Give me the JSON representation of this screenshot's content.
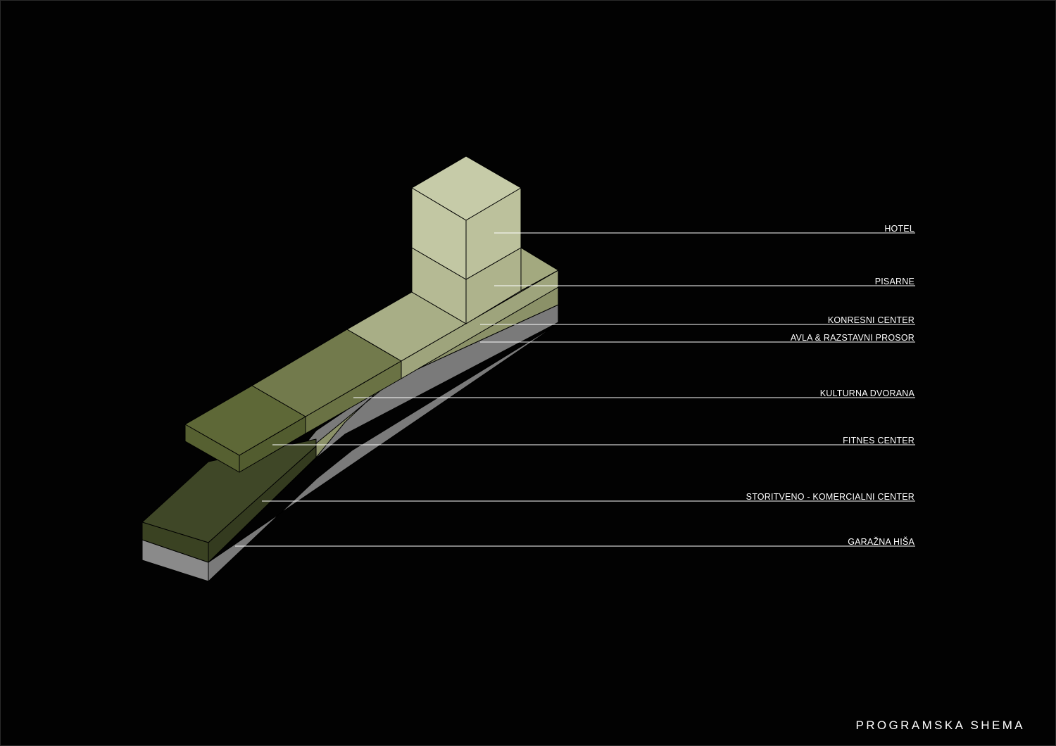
{
  "colors": {
    "background": "#020202",
    "label_text": "#ffffff",
    "leader_line": "#ffffff",
    "hotel": "#c6cba8",
    "pisarne": "#b5ba94",
    "kongresni": "#a8ae86",
    "avla": "#8b9168",
    "kulturna": "#727a4c",
    "fitnes": "#5e6837",
    "storitveno": "#3f4727",
    "garaza": "#8a8a8a"
  },
  "labels": [
    {
      "id": "hotel",
      "text": "HOTEL"
    },
    {
      "id": "pisarne",
      "text": "PISARNE"
    },
    {
      "id": "kongresni",
      "text": "KONRESNI CENTER"
    },
    {
      "id": "avla",
      "text": "AVLA & RAZSTAVNI PROSOR"
    },
    {
      "id": "kulturna",
      "text": "KULTURNA DVORANA"
    },
    {
      "id": "fitnes",
      "text": "FITNES CENTER"
    },
    {
      "id": "storitveno",
      "text": "STORITVENO - KOMERCIALNI CENTER"
    },
    {
      "id": "garaza",
      "text": "GARAŽNA HIŠA"
    }
  ],
  "title": "PROGRAMSKA SHEMA"
}
